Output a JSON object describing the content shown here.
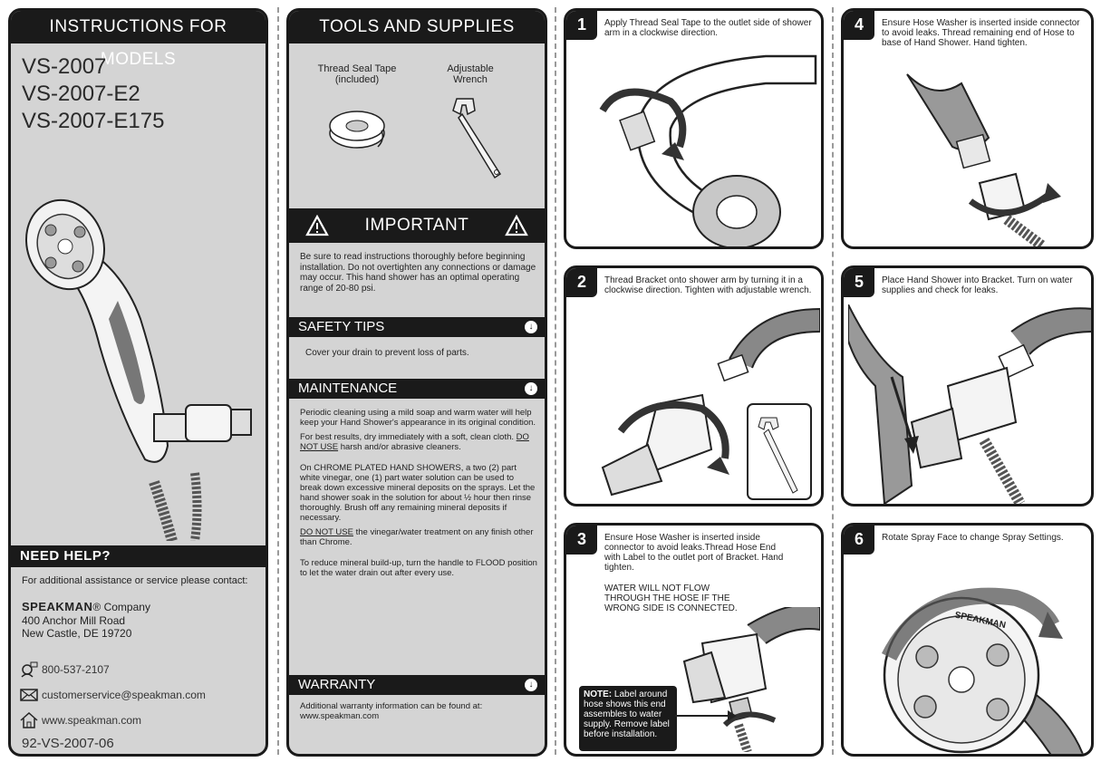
{
  "panel1": {
    "title": "INSTRUCTIONS FOR MODELS",
    "models": [
      "VS-2007",
      "VS-2007-E2",
      "VS-2007-E175"
    ],
    "help_title": "NEED HELP?",
    "help_text": "For additional assistance or service please contact:",
    "company_brand": "SPEAKMAN",
    "company_suffix": "® Company",
    "address1": "400 Anchor Mill Road",
    "address2": "New Castle, DE 19720",
    "phone": "800-537-2107",
    "email": "customerservice@speakman.com",
    "website": "www.speakman.com",
    "doc_number": "92-VS-2007-06"
  },
  "panel2": {
    "title": "TOOLS AND SUPPLIES",
    "tool1_label": "Thread Seal Tape (included)",
    "tool2_label": "Adjustable Wrench",
    "important_title": "IMPORTANT",
    "important_text": "Be sure to read instructions thoroughly before beginning installation. Do not overtighten any connections or damage may occur. This hand shower has an optimal operating range of 20-80 psi.",
    "safety_title": "SAFETY TIPS",
    "safety_text": "Cover your drain to prevent loss of parts.",
    "maintenance_title": "MAINTENANCE",
    "maint_p1": "Periodic cleaning using a mild soap and warm water will help keep your Hand Shower's appearance in its original condition.",
    "maint_p2a": "For best results, dry immediately with a soft, clean cloth.",
    "maint_p2u": "DO NOT USE",
    "maint_p2b": "harsh and/or abrasive cleaners.",
    "maint_p3": "On CHROME PLATED HAND SHOWERS, a two (2) part white vinegar, one (1) part water solution can be used to break down excessive mineral deposits on the sprays. Let the hand shower soak in the solution for about ½ hour then rinse thoroughly. Brush off any remaining mineral deposits if necessary.",
    "maint_p4u": "DO NOT USE",
    "maint_p4b": "the vinegar/water treatment on any finish other than Chrome.",
    "maint_p5": "To reduce mineral build-up, turn the handle to FLOOD position to let the water drain out after every use.",
    "warranty_title": "WARRANTY",
    "warranty_text": "Additional warranty information can be found at: www.speakman.com"
  },
  "steps": [
    {
      "num": "1",
      "text": "Apply Thread Seal Tape to the outlet side of shower arm in a clockwise direction."
    },
    {
      "num": "2",
      "text": "Thread Bracket onto shower arm by turning it in a clockwise direction. Tighten with adjustable wrench."
    },
    {
      "num": "3",
      "text": "Ensure Hose Washer is inserted inside connector to avoid leaks.Thread Hose End with Label to the outlet port of Bracket. Hand tighten.",
      "warning": "WATER WILL NOT FLOW THROUGH THE HOSE IF THE WRONG SIDE IS CONNECTED.",
      "note_label": "NOTE:",
      "note_text": "Label around hose shows this end assembles to water supply. Remove label before installation."
    },
    {
      "num": "4",
      "text": "Ensure Hose Washer is inserted inside connector to avoid leaks. Thread remaining end of Hose to base of Hand Shower. Hand tighten."
    },
    {
      "num": "5",
      "text": "Place Hand Shower into Bracket. Turn on water supplies and check for leaks."
    },
    {
      "num": "6",
      "text": "Rotate Spray Face to change Spray Settings.",
      "face_brand": "SPEAKMAN"
    }
  ]
}
